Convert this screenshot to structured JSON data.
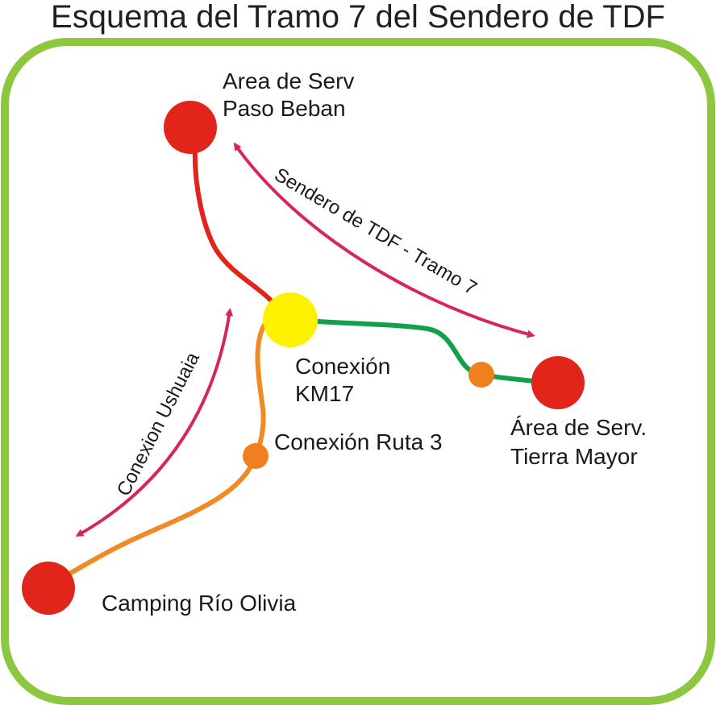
{
  "title": "Esquema del Tramo 7 del Sendero de TDF",
  "colors": {
    "frame": "#8dc63f",
    "main_node": "#e1251b",
    "junction_node": "#fff200",
    "minor_node": "#f07f1e",
    "path_red": "#e1251b",
    "path_green": "#10a14a",
    "path_orange": "#f08a24",
    "arrow": "#d7265d"
  },
  "nodes": {
    "paso_beban": {
      "line1": "Area de Serv",
      "line2": "Paso Beban"
    },
    "km17": {
      "line1": "Conexión",
      "line2": "KM17"
    },
    "tierra_mayor": {
      "line1": "Área de Serv.",
      "line2": "Tierra Mayor"
    },
    "ruta3": {
      "label": "Conexión Ruta 3"
    },
    "rio_olivia": {
      "label": "Camping Río Olivia"
    }
  },
  "routes": {
    "sendero": "Sendero de TDF - Tramo 7",
    "ushuaia": "Conexion Ushuaia"
  }
}
